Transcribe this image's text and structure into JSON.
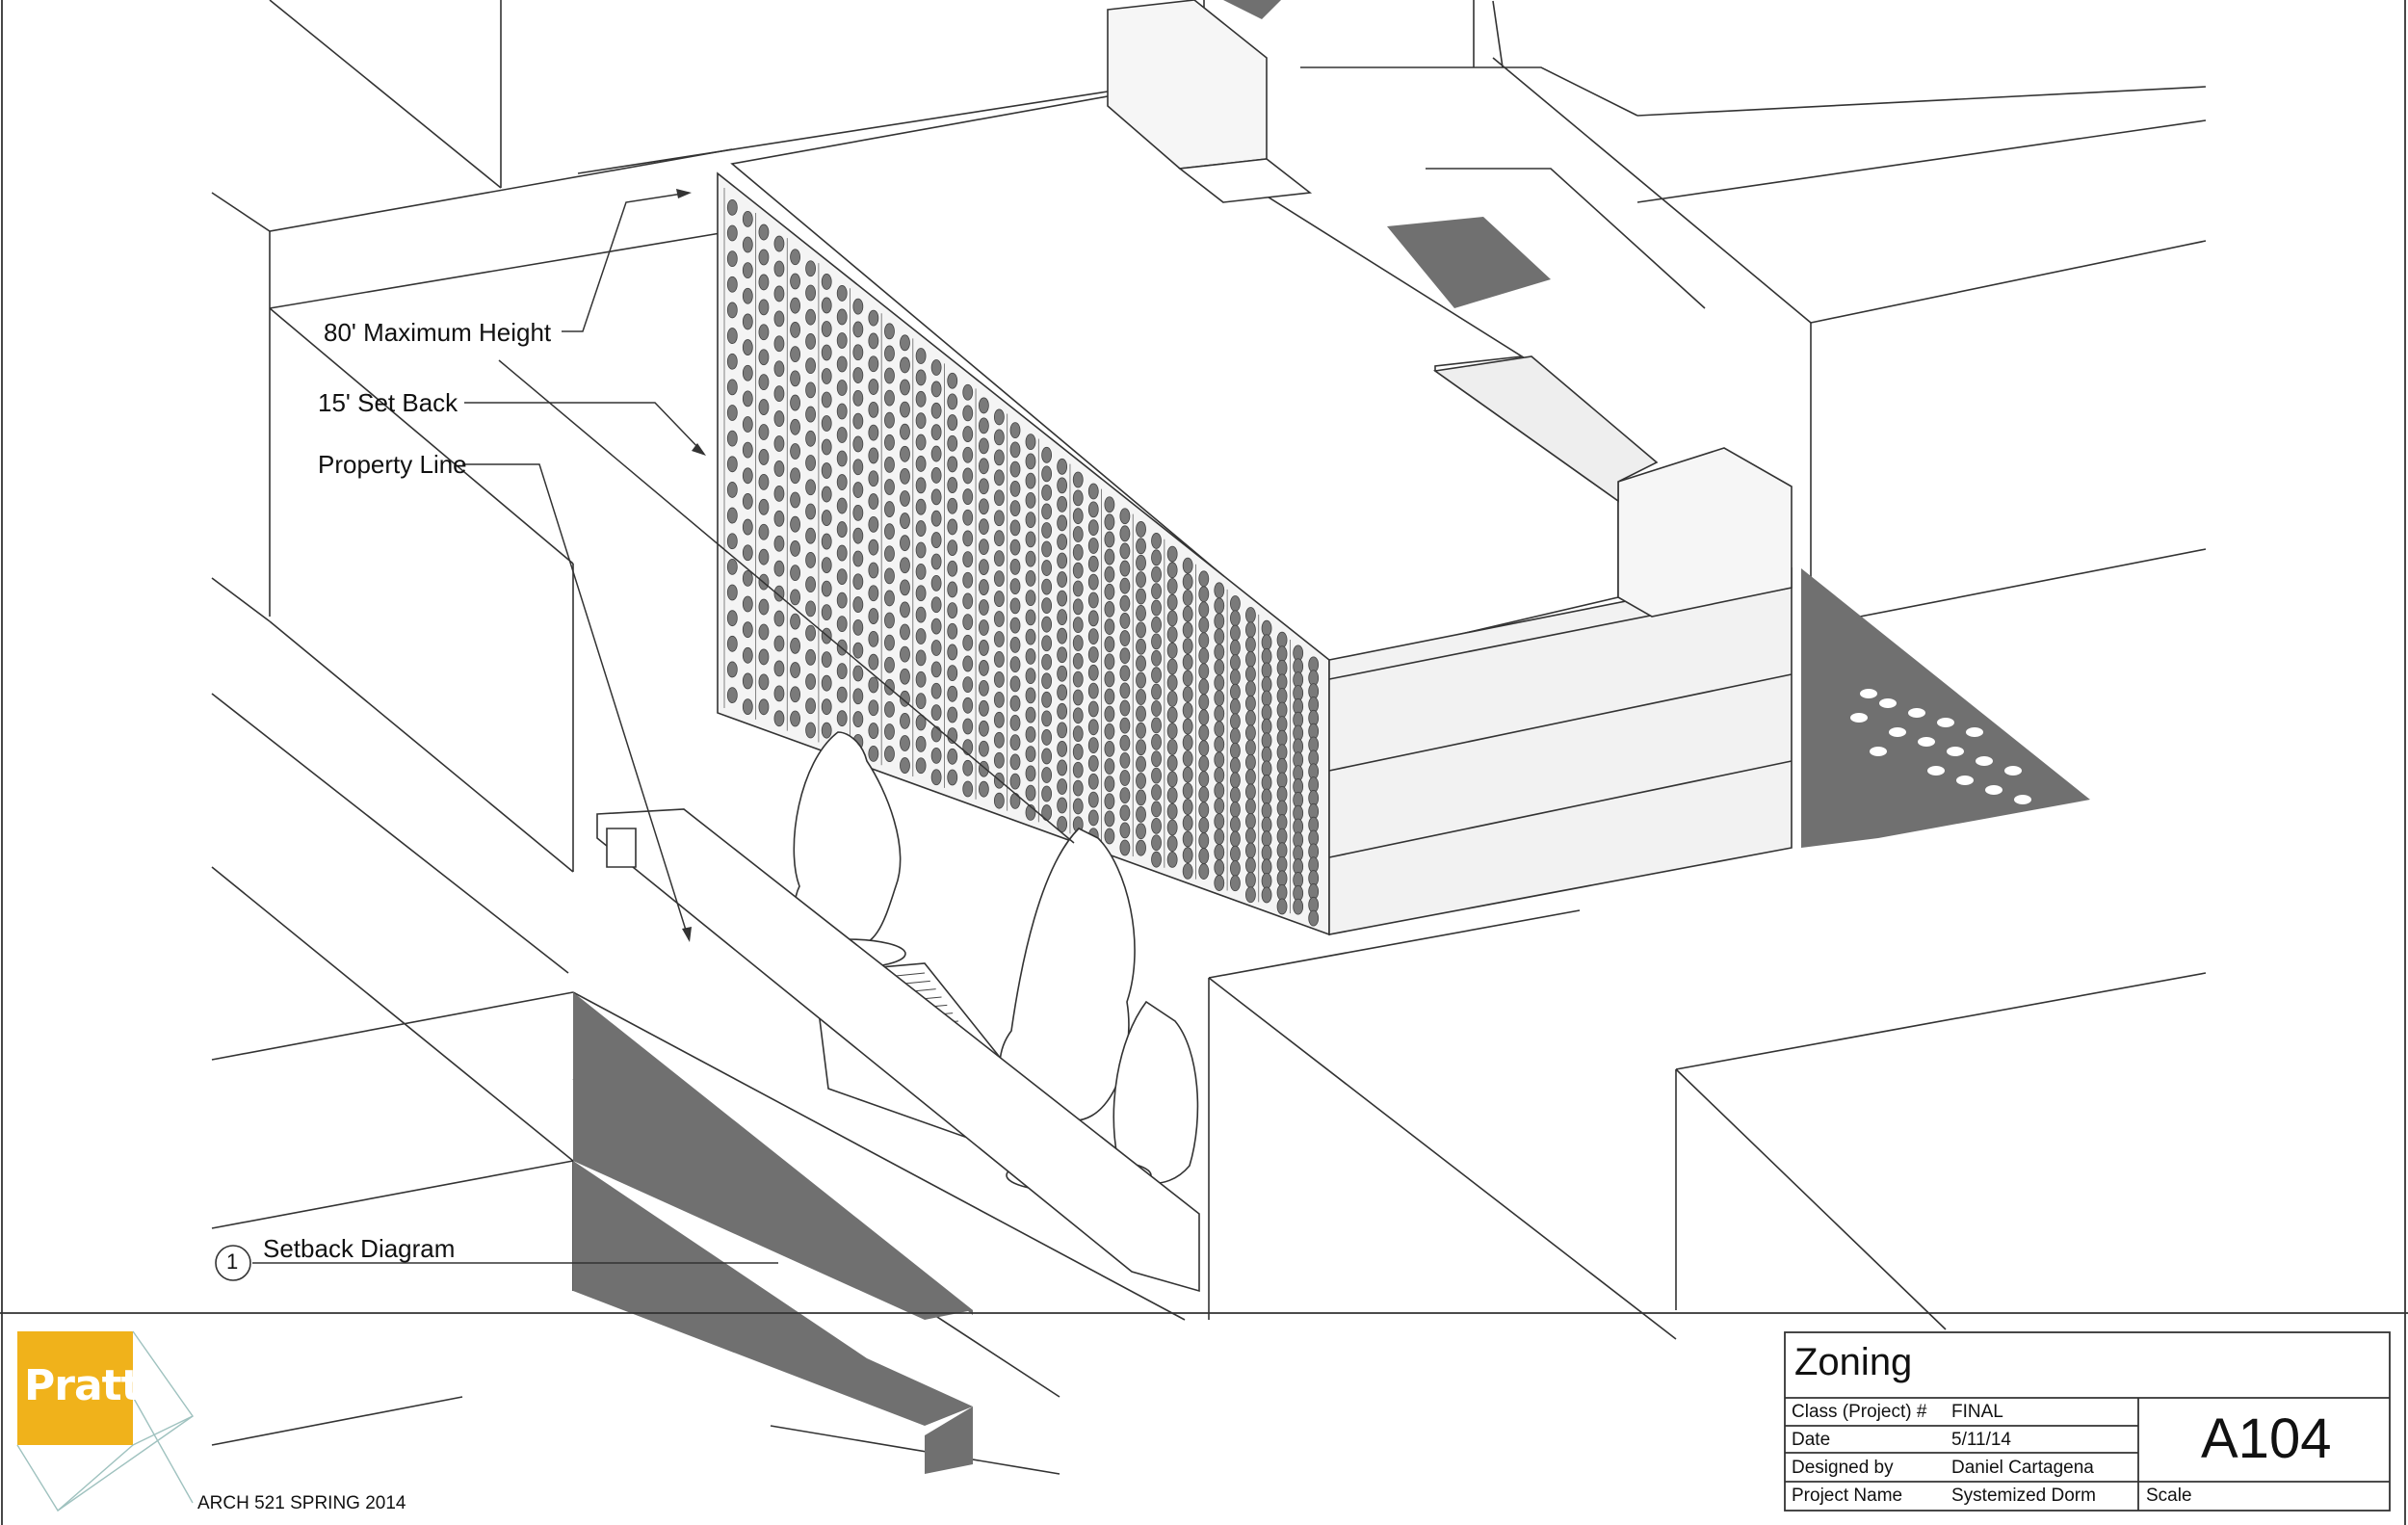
{
  "annotations": {
    "max_height": "80' Maximum Height",
    "setback": "15' Set Back",
    "property_line": "Property Line"
  },
  "diagram_tag": {
    "number": "1",
    "title": "Setback Diagram"
  },
  "logo": {
    "word": "Pratt",
    "color": "#f0b21b"
  },
  "course": "ARCH 521 SPRING 2014",
  "title_block": {
    "sheet_title": "Zoning",
    "rows": [
      {
        "label": "Class (Project) #",
        "value": "FINAL"
      },
      {
        "label": "Date",
        "value": "5/11/14"
      },
      {
        "label": "Designed by",
        "value": "Daniel Cartagena"
      },
      {
        "label": "Project Name",
        "value": "Systemized Dorm"
      }
    ],
    "sheet_number": "A104",
    "scale_label": "Scale"
  },
  "colors": {
    "line": "#333333",
    "shadow": "#707070",
    "facade_hole": "#7a7a7a"
  }
}
